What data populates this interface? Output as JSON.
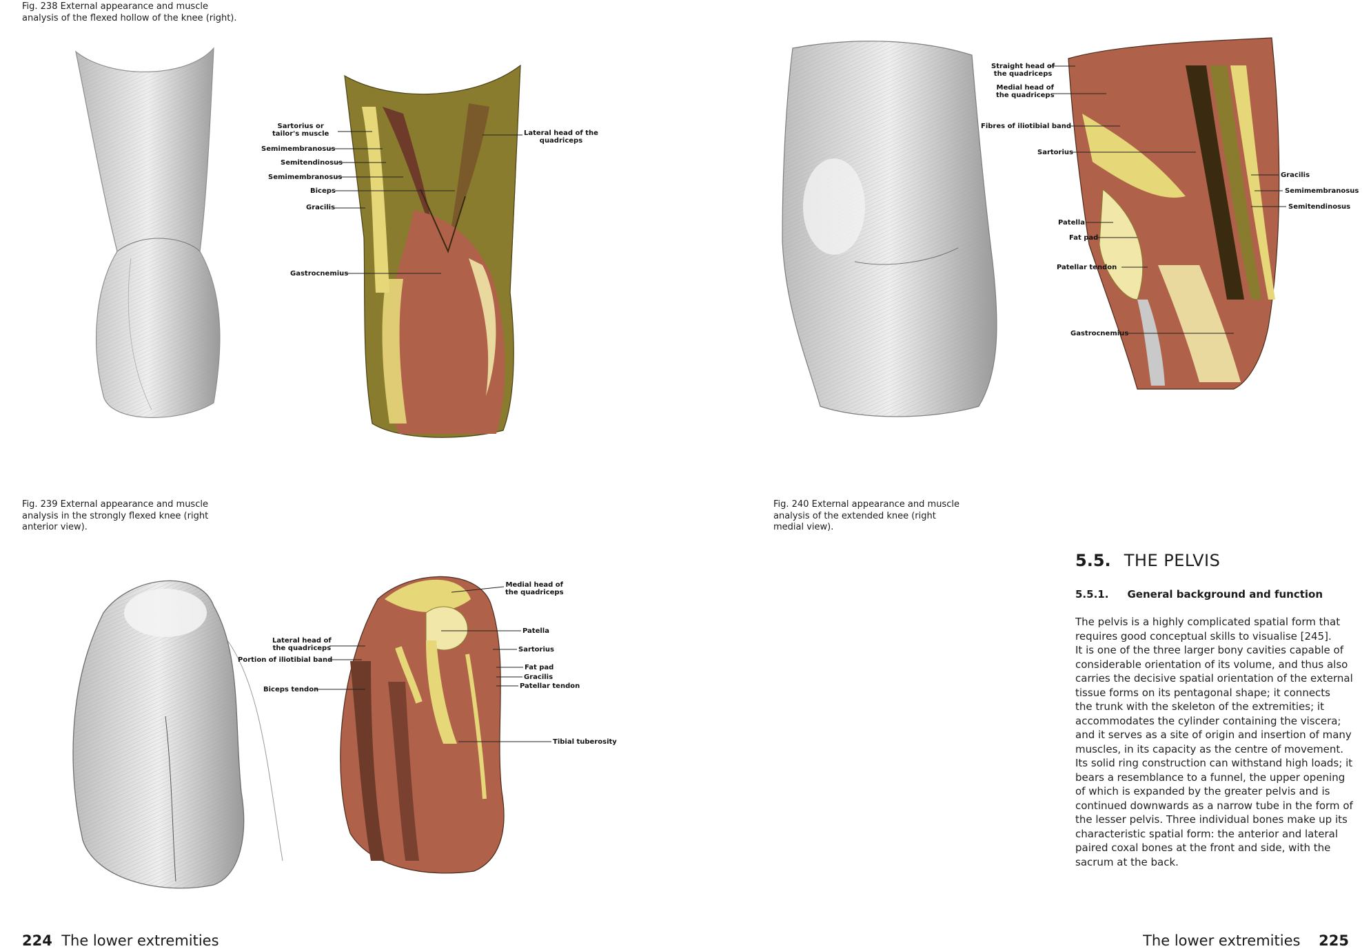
{
  "left_page": {
    "fig238": {
      "caption": [
        "Fig. 238  External appearance and muscle",
        "analysis of the flexed hollow of the knee (right)."
      ]
    },
    "fig239": {
      "caption": [
        "Fig. 239  External appearance and muscle",
        "analysis in the strongly flexed knee (right",
        "anterior view)."
      ]
    },
    "labels238": {
      "sartorius": [
        "Sartorius or",
        "tailor's muscle"
      ],
      "semimembranosus1": "Semimembranosus",
      "semitendinosus": "Semitendinosus",
      "semimembranosus2": "Semimembranosus",
      "biceps": "Biceps",
      "gracilis": "Gracilis",
      "gastrocnemius": "Gastrocnemius",
      "lateral_head": [
        "Lateral head of the",
        "quadriceps"
      ]
    },
    "labels239": {
      "medial_head": [
        "Medial head of",
        "the quadriceps"
      ],
      "lateral_head": [
        "Lateral head of",
        "the quadriceps"
      ],
      "iliotibial": "Portion of iliotibial band",
      "patella": "Patella",
      "sartorius": "Sartorius",
      "biceps_tendon": "Biceps tendon",
      "fat_pad": "Fat pad",
      "gracilis": "Gracilis",
      "patellar_tendon": "Patellar tendon",
      "tibial_tuberosity": "Tibial tuberosity"
    },
    "footer": {
      "page": "224",
      "title": "The lower extremities"
    }
  },
  "right_page": {
    "fig240": {
      "caption": [
        "Fig. 240  External appearance and muscle",
        "analysis of the extended knee (right",
        "medial view)."
      ]
    },
    "labels240": {
      "straight_head": [
        "Straight head of",
        "the quadriceps"
      ],
      "medial_head": [
        "Medial head of",
        "the quadriceps"
      ],
      "fibres": "Fibres of iliotibial band",
      "sartorius": "Sartorius",
      "gracilis": "Gracilis",
      "semimembranosus": "Semimembranosus",
      "semitendinosus": "Semitendinosus",
      "patella": "Patella",
      "fat_pad": "Fat pad",
      "patellar_tendon": "Patellar tendon",
      "gastrocnemius": "Gastrocnemius"
    },
    "section": {
      "number": "5.5.",
      "title": "THE PELVIS"
    },
    "subsection": {
      "number": "5.5.1.",
      "title": "General background and function"
    },
    "body_lines": [
      "The pelvis is a highly complicated spatial form that",
      "requires good conceptual skills to visualise [245].",
      "It is one of the three larger bony cavities capable of",
      "considerable orientation of its volume, and thus also",
      "carries the decisive spatial orientation of the external",
      "tissue forms on its pentagonal shape; it connects",
      "the trunk with the skeleton of the extremities; it",
      "accommodates the cylinder containing the viscera;",
      "and it serves as a site of origin and insertion of many",
      "muscles, in its capacity as the centre of movement.",
      "Its solid ring construction can withstand high loads; it",
      "bears a resemblance to a funnel, the upper opening",
      "of which is expanded by the greater pelvis and is",
      "continued downwards as a narrow tube in the form of",
      "the lesser pelvis. Three individual bones make up its",
      "characteristic spatial form: the anterior and lateral",
      "paired coxal bones at the front and side, with the",
      "sacrum at the back."
    ],
    "footer": {
      "title": "The lower extremities",
      "page": "225"
    }
  },
  "colors": {
    "muscle": "#b0614a",
    "muscle_dark": "#6e3a2a",
    "tendon": "#e6d879",
    "olive": "#8a7c2e",
    "pencil": "#8d8d8d"
  }
}
